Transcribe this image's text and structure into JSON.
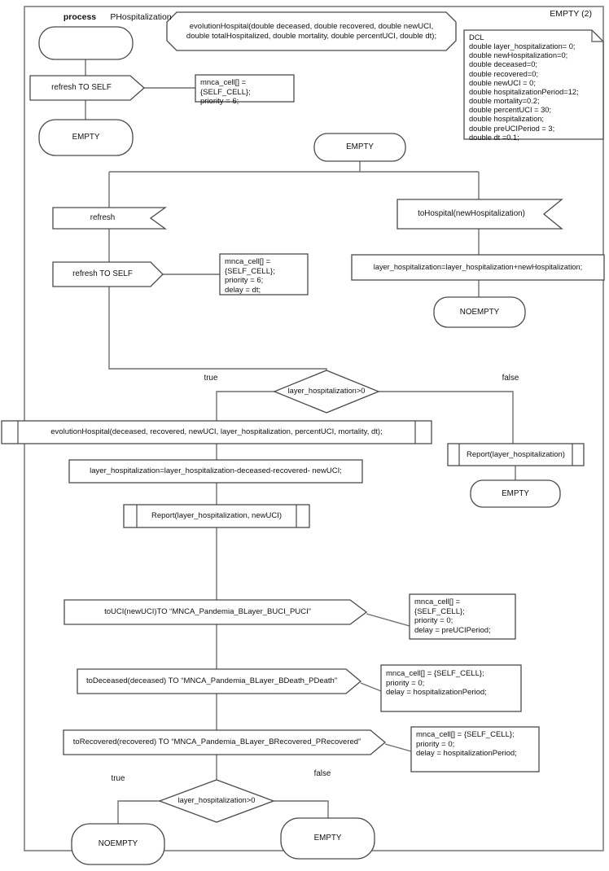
{
  "header": {
    "keyword": "process",
    "name": "PHospitalization",
    "frame_state_label": "EMPTY (2)"
  },
  "declaration": {
    "text": "evolutionHospital(double deceased, double recovered, double newUCI,\ndouble totalHospitalized, double mortality, double percentUCI, double dt);"
  },
  "dcl": {
    "text": "DCL\ndouble layer_hospitalization= 0;\ndouble newHospitalization=0;\ndouble deceased=0;\ndouble recovered=0;\ndouble newUCI = 0;\ndouble hospitalizationPeriod=12;\ndouble mortality=0.2;\ndouble percentUCI = 30;\ndouble hospitalization;\ndouble preUCIPeriod = 3;\ndouble dt =0.1;"
  },
  "nodes": {
    "send_refresh_self_1": "refresh TO SELF",
    "comment_1": "mnca_cell[] = {SELF_CELL};\npriority = 6;",
    "state_empty_1": "EMPTY",
    "state_empty_main": "EMPTY",
    "receive_refresh": "refresh",
    "send_refresh_self_2": "refresh TO SELF",
    "comment_2": "mnca_cell[] = {SELF_CELL};\npriority = 6;\ndelay = dt;",
    "receive_tohospital": "toHospital(newHospitalization)",
    "task_add": "layer_hospitalization=layer_hospitalization+newHospitalization;",
    "state_noempty_right": "NOEMPTY",
    "decision_1": "layer_hospitalization>0",
    "label_true_1": "true",
    "label_false_1": "false",
    "proc_evolution": "evolutionHospital(deceased, recovered, newUCI, layer_hospitalization, percentUCI, mortality, dt);",
    "task_subtract": "layer_hospitalization=layer_hospitalization-deceased-recovered- newUCI;",
    "proc_report_newuci": "Report(layer_hospitalization, newUCI)",
    "proc_report_layer": "Report(layer_hospitalization)",
    "state_empty_false": "EMPTY",
    "send_touci": "toUCI(newUCI)TO “MNCA_Pandemia_BLayer_BUCI_PUCI”",
    "comment_3": "mnca_cell[] = {SELF_CELL};\npriority = 0;\ndelay = preUCIPeriod;",
    "send_todeceased": "toDeceased(deceased) TO “MNCA_Pandemia_BLayer_BDeath_PDeath”",
    "comment_4": "mnca_cell[] = {SELF_CELL};\npriority = 0;\ndelay = hospitalizationPeriod;",
    "send_torecovered": "toRecovered(recovered) TO “MNCA_Pandemia_BLayer_BRecovered_PRecovered”",
    "comment_5": "mnca_cell[] = {SELF_CELL};\npriority = 0;\ndelay = hospitalizationPeriod;",
    "decision_2": "layer_hospitalization>0",
    "label_true_2": "true",
    "label_false_2": "false",
    "state_noempty_bottom": "NOEMPTY",
    "state_empty_bottom": "EMPTY"
  }
}
